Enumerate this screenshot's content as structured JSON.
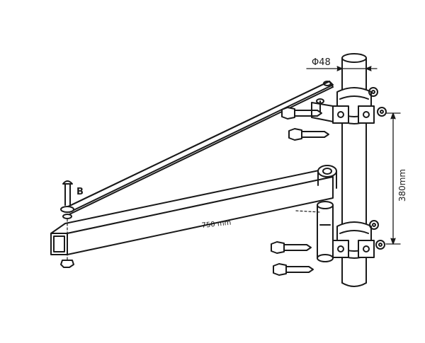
{
  "labels": {
    "pipe_diameter": "Φ48",
    "arm_length": "750 mm",
    "clamp_spacing": "380mm",
    "bolt_b": "B"
  },
  "colors": {
    "ink": "#1a1a1a",
    "background": "#ffffff"
  }
}
